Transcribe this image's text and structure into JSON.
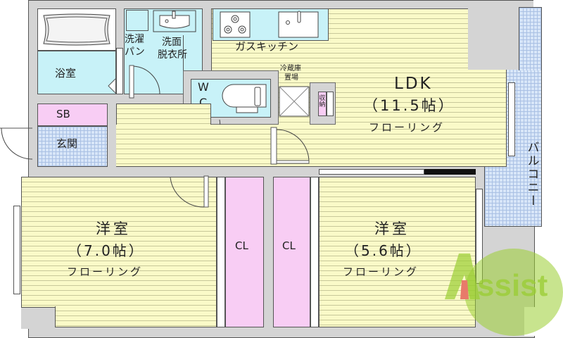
{
  "floorplan": {
    "rooms": {
      "bath": {
        "label": "浴室"
      },
      "washer": {
        "label_line1": "洗濯",
        "label_line2": "パン"
      },
      "washroom": {
        "label_line1": "洗面",
        "label_line2": "脱衣所"
      },
      "kitchen": {
        "label": "ガスキッチン"
      },
      "fridge": {
        "label_line1": "冷蔵庫",
        "label_line2": "置場"
      },
      "storage": {
        "label": "収納"
      },
      "wc": {
        "label_line1": "W",
        "label_line2": "C"
      },
      "shoebox": {
        "label": "SB"
      },
      "entrance": {
        "label": "玄関"
      },
      "ldk": {
        "name": "LDK",
        "size": "（11.5帖）",
        "floor": "フローリング"
      },
      "western1": {
        "name": "洋室",
        "size": "（7.0帖）",
        "floor": "フローリング"
      },
      "western2": {
        "name": "洋室",
        "size": "（5.6帖）",
        "floor": "フローリング"
      },
      "closet1": {
        "label": "CL"
      },
      "closet2": {
        "label": "CL"
      },
      "balcony": {
        "label": "バルコニー"
      }
    },
    "watermark": {
      "text": "Assist"
    },
    "colors": {
      "wall": "#d4d4d4",
      "flooring": "#fafac8",
      "wet_area": "#c8f2f8",
      "closet": "#f8cdf4",
      "tile": "#d8e6f8",
      "watermark_green": "#9acd32",
      "watermark_red": "#e87a6a"
    }
  }
}
